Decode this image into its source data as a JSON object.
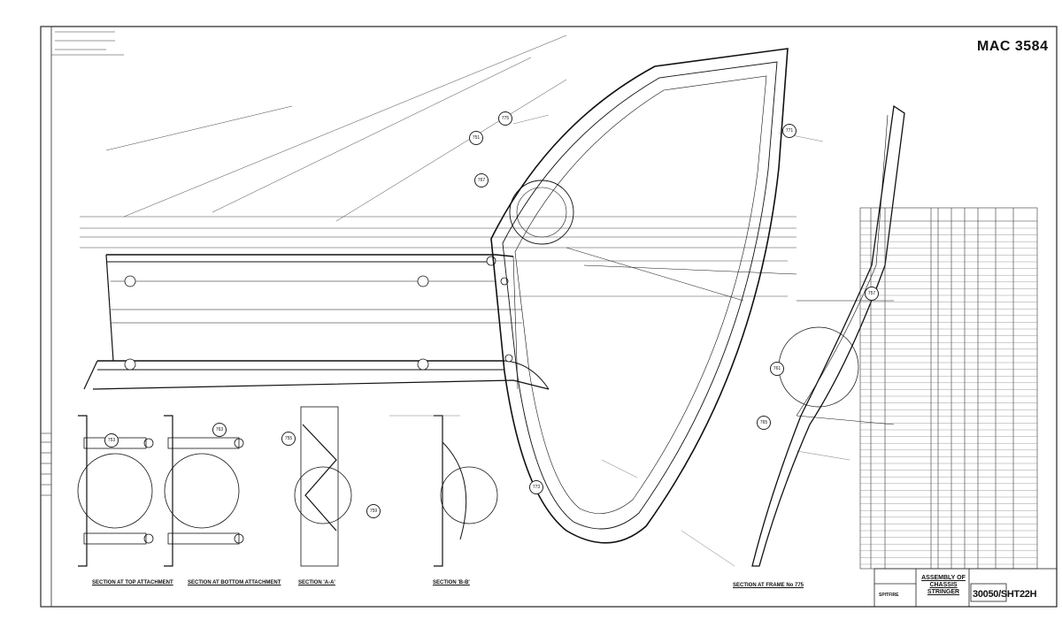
{
  "sheet": {
    "drawing_no_title": "MAC 3584",
    "assembly_title": "ASSEMBLY OF CHASSIS STRINGER",
    "drawing_number": "30050/SHT22H",
    "stamp": "SPITFIRE"
  },
  "section_labels": [
    "SECTION AT TOP ATTACHMENT",
    "SECTION AT BOTTOM ATTACHMENT",
    "SECTION 'A-A'",
    "SECTION 'B-B'",
    "SECTION AT FRAME No 775"
  ],
  "callouts": [
    "775",
    "751",
    "767",
    "753",
    "763",
    "771",
    "773",
    "757",
    "761",
    "765",
    "755",
    "759"
  ],
  "colors": {
    "ink": "#1a1a1a",
    "paper": "#ffffff"
  }
}
